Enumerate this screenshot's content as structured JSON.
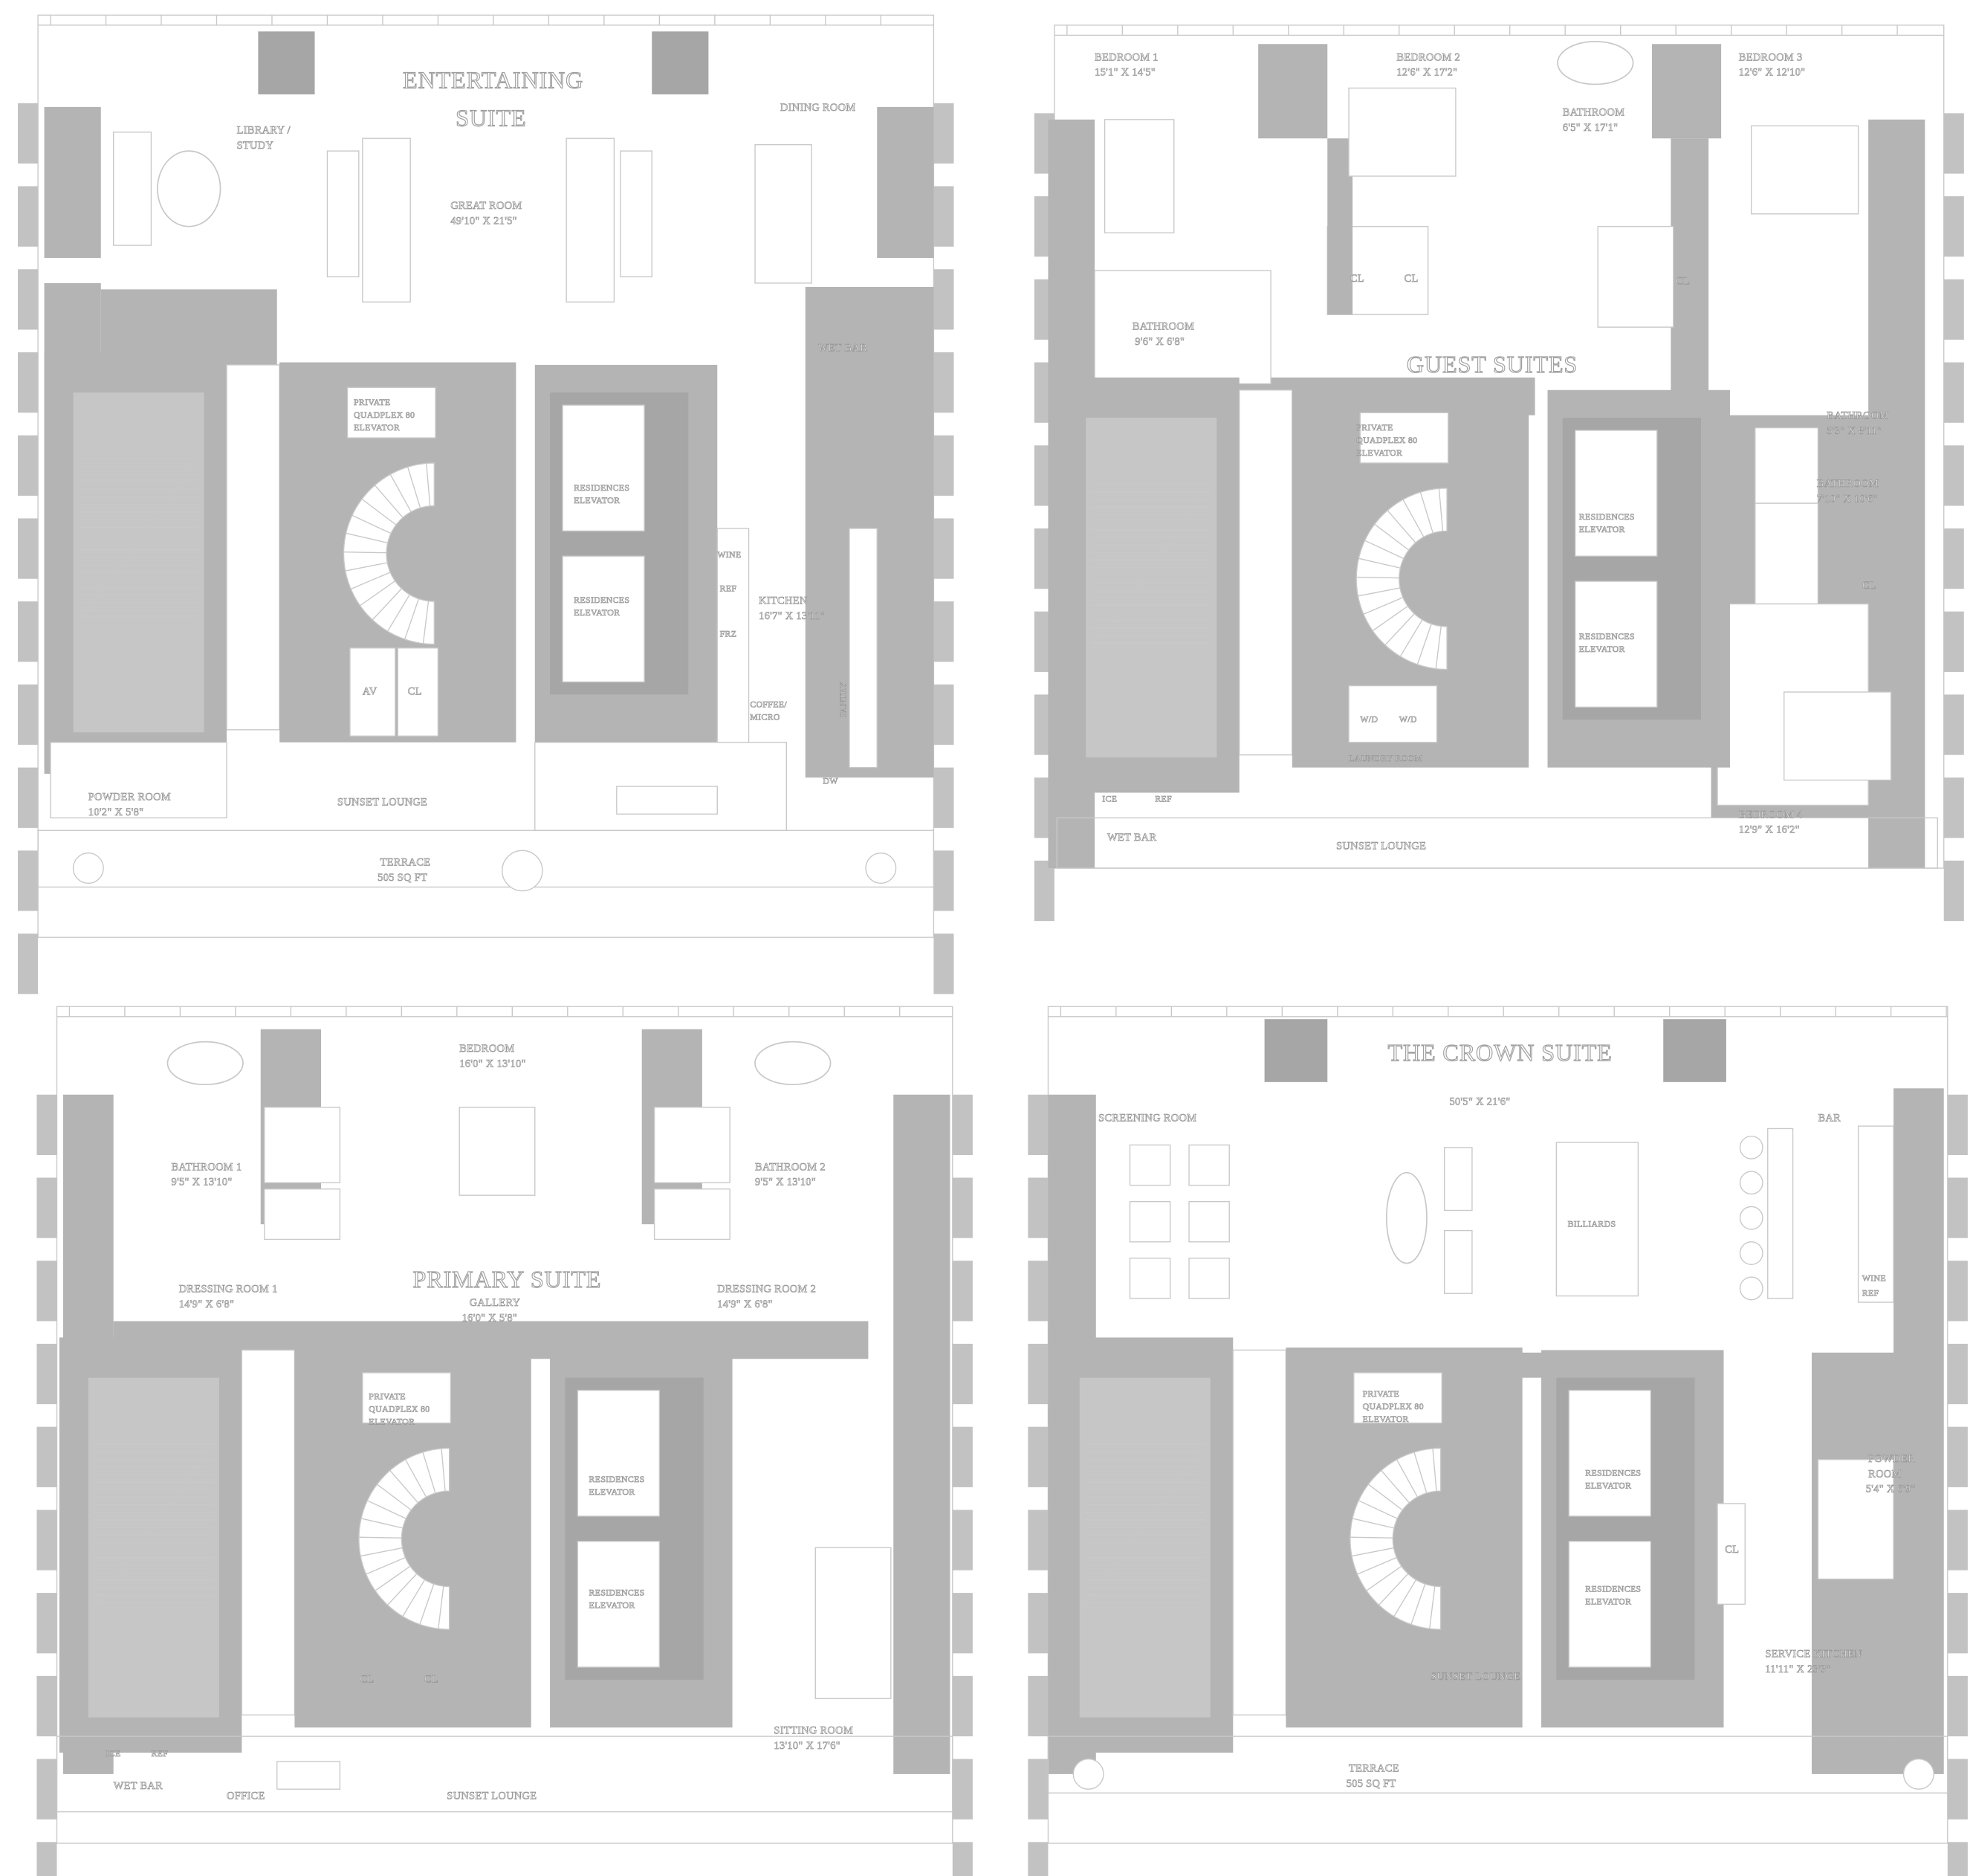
{
  "plans": [
    {
      "title": [
        "ENTERTAINING",
        "SUITE"
      ],
      "rooms": {
        "library": "LIBRARY /",
        "library2": "STUDY",
        "dining": "DINING ROOM",
        "great_room": "GREAT ROOM",
        "great_room_dims": "49'10\" X 21'5\"",
        "wet_bar": "WET BAR",
        "private_elevator": [
          "PRIVATE",
          "QUADPLEX 80",
          "ELEVATOR"
        ],
        "res_elevator_1": [
          "RESIDENCES",
          "ELEVATOR"
        ],
        "res_elevator_2": [
          "RESIDENCES",
          "ELEVATOR"
        ],
        "kitchen": "KITCHEN",
        "kitchen_dims": "16'7\" X 13'11\"",
        "wine": "WINE",
        "ref": "REF",
        "frz": "FRZ",
        "coffee": [
          "COFFEE/",
          "MICRO"
        ],
        "pantry": "PANTRY",
        "av": "AV",
        "cl": "CL",
        "powder": "POWDER ROOM",
        "powder_dims": "10'2\" X 5'8\"",
        "sunset": "SUNSET LOUNGE",
        "dw": "DW",
        "terrace": "TERRACE",
        "terrace_area": "505 SQ FT"
      }
    },
    {
      "title": [
        "GUEST SUITES"
      ],
      "rooms": {
        "bed1": "BEDROOM 1",
        "bed1_dims": "15'1\" X 14'5\"",
        "bed2": "BEDROOM 2",
        "bed2_dims": "12'6\" X 17'2\"",
        "bath_a": "BATHROOM",
        "bath_a_dims": "6'5\" X 17'1\"",
        "bed3": "BEDROOM 3",
        "bed3_dims": "12'6\" X 12'10\"",
        "bath_b": "BATHROOM",
        "bath_b_dims": "9'6\" X 6'8\"",
        "cl": "CL",
        "bath_c": "BATHROOM",
        "bath_c_dims": "5'3\" X 8'11\"",
        "bath_d": "BATHROOM",
        "bath_d_dims": "7'10\" X 10'6\"",
        "private_elevator": [
          "PRIVATE",
          "QUADPLEX 80",
          "ELEVATOR"
        ],
        "res_elevator_1": [
          "RESIDENCES",
          "ELEVATOR"
        ],
        "res_elevator_2": [
          "RESIDENCES",
          "ELEVATOR"
        ],
        "wd": "W/D",
        "laundry": "LAUNDRY ROOM",
        "ice": "ICE",
        "ref": "REF",
        "wet_bar": "WET BAR",
        "sunset": "SUNSET LOUNGE",
        "bed4": "BEDROOM 4",
        "bed4_dims": "12'9\" X 16'2\""
      }
    },
    {
      "title": [
        "PRIMARY SUITE"
      ],
      "rooms": {
        "bedroom": "BEDROOM",
        "bedroom_dims": "16'0\" X 13'10\"",
        "bath1": "BATHROOM 1",
        "bath1_dims": "9'5\" X 13'10\"",
        "bath2": "BATHROOM 2",
        "bath2_dims": "9'5\" X 13'10\"",
        "dress1": "DRESSING ROOM 1",
        "dress1_dims": "14'9\" X 6'8\"",
        "dress2": "DRESSING ROOM 2",
        "dress2_dims": "14'9\" X 6'8\"",
        "gallery": "GALLERY",
        "gallery_dims": "16'0\" X 5'8\"",
        "private_elevator": [
          "PRIVATE",
          "QUADPLEX 80",
          "ELEVATOR"
        ],
        "res_elevator_1": [
          "RESIDENCES",
          "ELEVATOR"
        ],
        "res_elevator_2": [
          "RESIDENCES",
          "ELEVATOR"
        ],
        "cl": "CL",
        "ice": "ICE",
        "ref": "REF",
        "wet_bar": "WET BAR",
        "office": "OFFICE",
        "sunset": "SUNSET LOUNGE",
        "sitting": "SITTING ROOM",
        "sitting_dims": "13'10\" X 17'6\""
      }
    },
    {
      "title": [
        "THE CROWN SUITE"
      ],
      "rooms": {
        "dims": "50'5\" X 21'6\"",
        "screening": "SCREENING ROOM",
        "bar": "BAR",
        "billiards": "BILLIARDS",
        "wine": "WINE",
        "ref": "REF",
        "private_elevator": [
          "PRIVATE",
          "QUADPLEX 80",
          "ELEVATOR"
        ],
        "res_elevator_1": [
          "RESIDENCES",
          "ELEVATOR"
        ],
        "res_elevator_2": [
          "RESIDENCES",
          "ELEVATOR"
        ],
        "powder": [
          "POWDER",
          "ROOM"
        ],
        "powder_dims": "5'4\" X 6'9\"",
        "cl": "CL",
        "service_kitchen": "SERVICE KITCHEN",
        "service_kitchen_dims": "11'11\" X 23'3\"",
        "sunset": "SUNSET LOUNGE",
        "terrace": "TERRACE",
        "terrace_area": "505 SQ FT"
      }
    }
  ],
  "colors": {
    "wall": "#b4b4b4",
    "wall_dark": "#a6a6a6",
    "stair": "#c6c6c6",
    "line": "#c8c8c8",
    "label_outline": "#9a9a9a"
  }
}
